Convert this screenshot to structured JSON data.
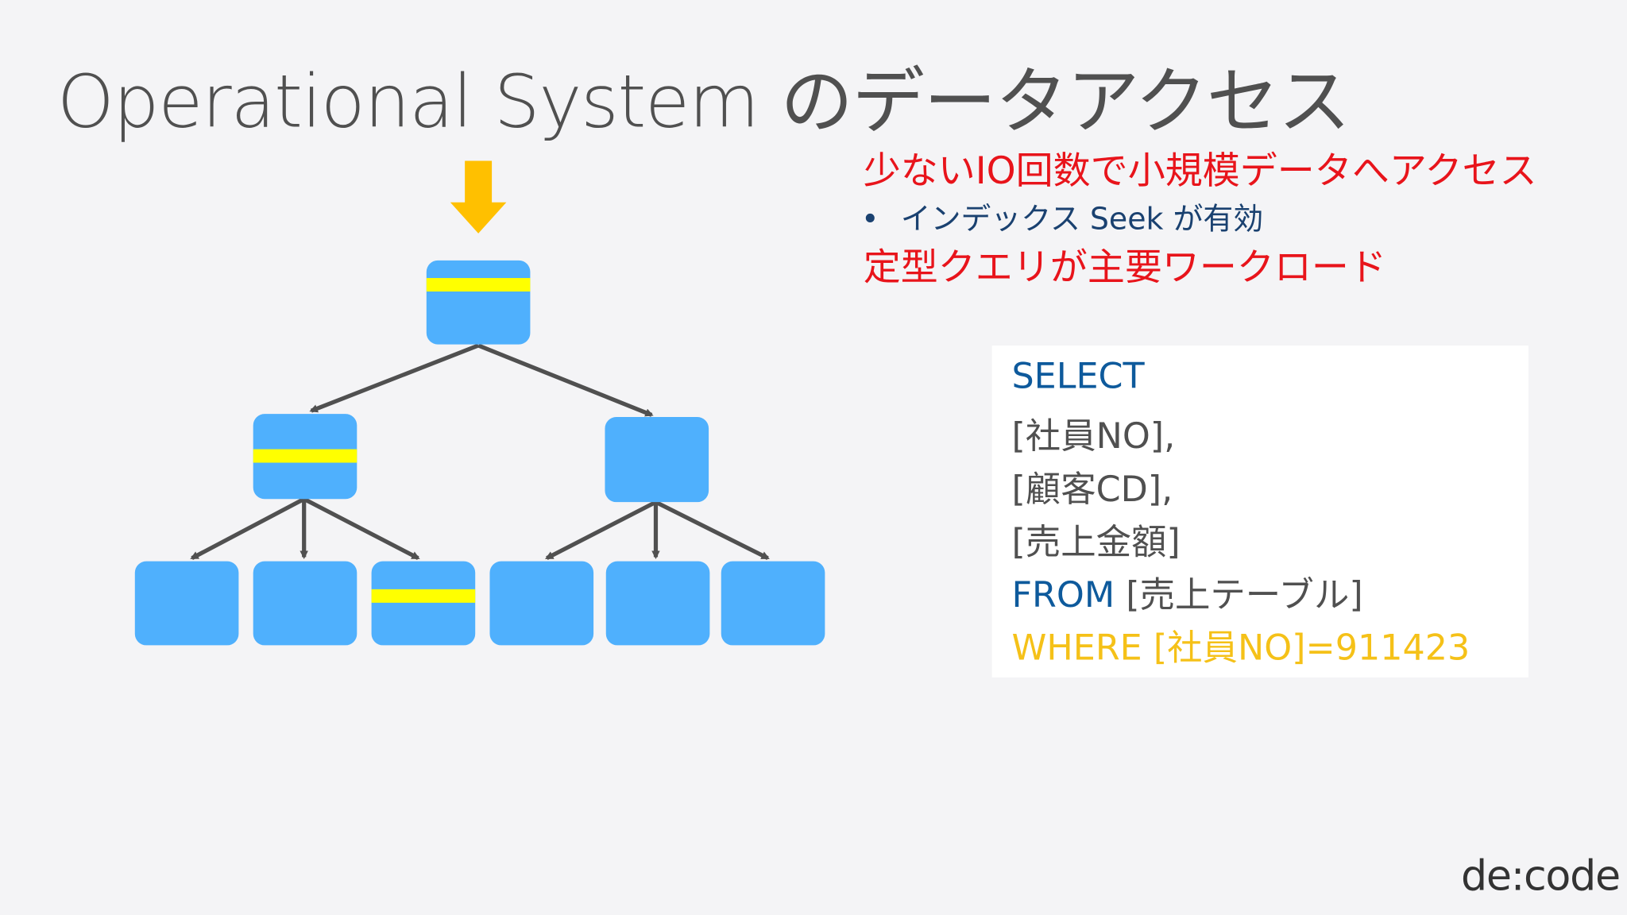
{
  "title": "Operational System のデータアクセス",
  "points": {
    "line1": "少ないIO回数で小規模データへアクセス",
    "bullet": "インデックス Seek が有効",
    "line2": "定型クエリが主要ワークロード"
  },
  "code": {
    "select": "SELECT",
    "col1": "[社員NO],",
    "col2": "[顧客CD],",
    "col3": "[売上金額]",
    "from_kw": "FROM",
    "from_table": "[売上テーブル]",
    "where": "WHERE [社員NO]=911423"
  },
  "logo": "de:code",
  "colors": {
    "node": "#4fb0fd",
    "highlight": "#ffff00",
    "arrow": "#ffc000",
    "red": "#e8141b",
    "blue": "#0e5a9c",
    "yellow": "#f5c118"
  }
}
